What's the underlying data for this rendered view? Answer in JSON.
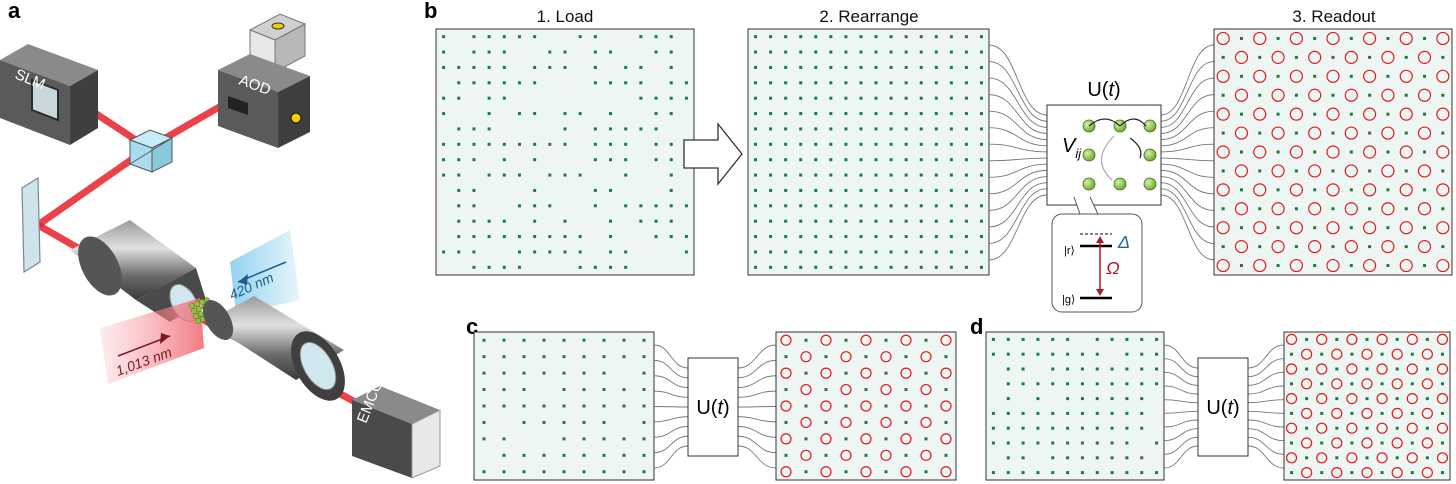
{
  "panel_labels": {
    "a": "a",
    "b": "b",
    "c": "c",
    "d": "d"
  },
  "panel_a": {
    "devices": {
      "slm": "SLM",
      "aod": "AOD",
      "emccd": "EMCCD"
    },
    "lasers": {
      "red": "1,013 nm",
      "blue": "420 nm"
    },
    "colors": {
      "beam": "#e8202a",
      "beam_glow": "#f6a0a6",
      "blue_beam": "#8ed0f0",
      "blue_text": "#1b5f8c",
      "device": "#5a5a5a",
      "atoms": "#8bc53f"
    }
  },
  "panel_b": {
    "steps": {
      "load": "1. Load",
      "rearrange": "2. Rearrange",
      "readout": "3. Readout"
    },
    "evolution": {
      "prefix": "U(",
      "var": "t",
      "suffix": ")"
    },
    "interaction": {
      "symbol": "V",
      "sub": "ij"
    },
    "levels": {
      "excited": "|r⟩",
      "ground": "|g⟩",
      "detuning": "Δ",
      "rabi": "Ω"
    },
    "colors": {
      "atom_spot": "#1e7a3c",
      "image_bg": "#eef6f4",
      "readout_circle": "#e31a1c",
      "detuning": "#2166ac",
      "rabi": "#b2182b"
    }
  },
  "panel_c": {
    "evolution": {
      "prefix": "U(",
      "var": "t",
      "suffix": ")"
    }
  },
  "panel_d": {
    "evolution": {
      "prefix": "U(",
      "var": "t",
      "suffix": ")"
    }
  }
}
